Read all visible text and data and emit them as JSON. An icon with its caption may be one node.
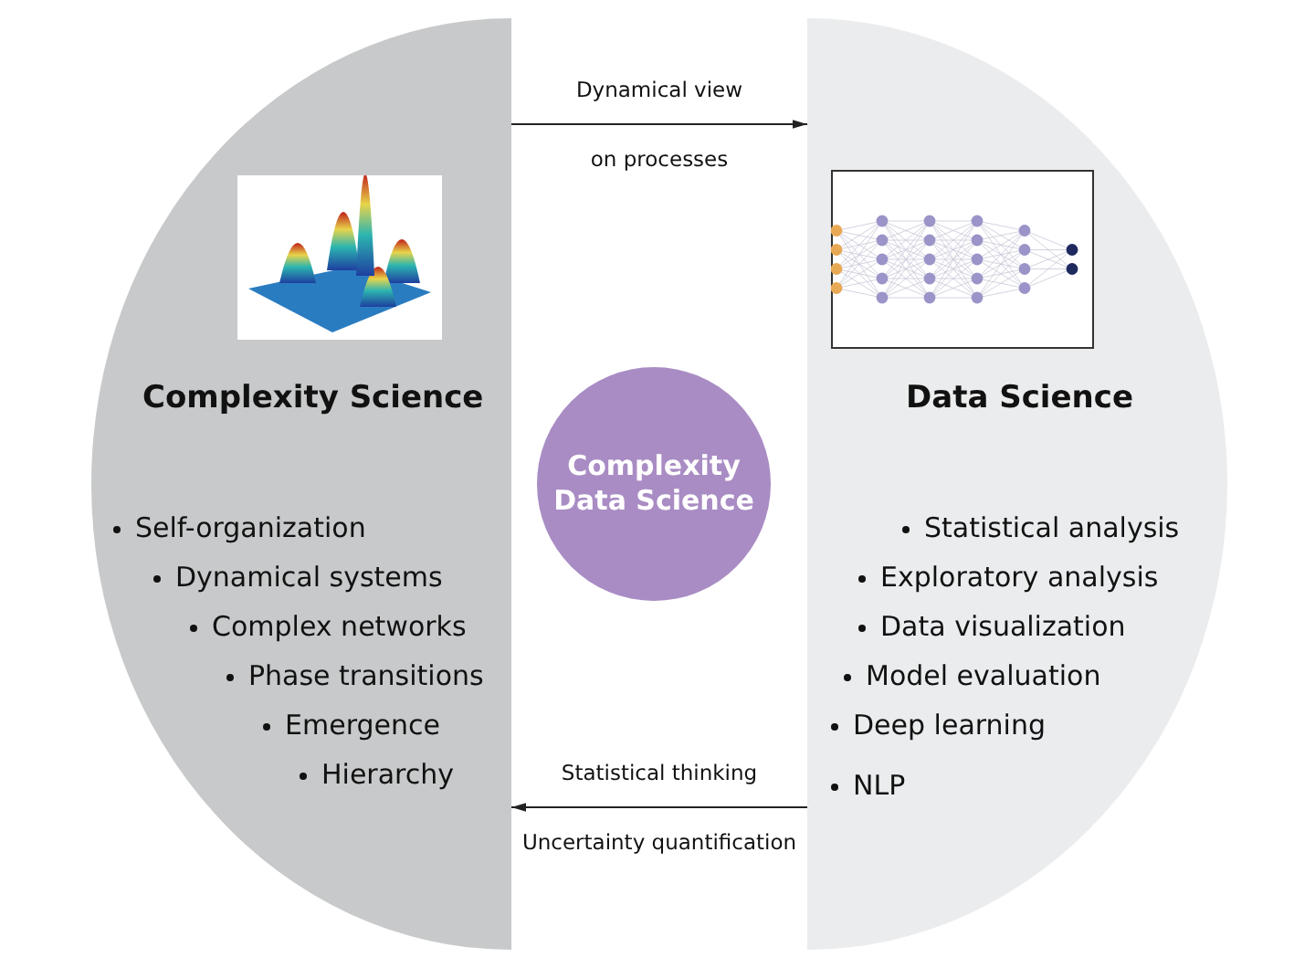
{
  "diagram": {
    "nodes": [
      {
        "text": [
          "Complexity Science",
          "Self-organization",
          "Dynamical systems",
          "Complex networks",
          "Phase transitions",
          "Emergence",
          "Hierarchy"
        ]
      },
      {
        "text": [
          "Data Science",
          "Statistical analysis",
          "Exploratory analysis",
          "Data visualization",
          "Model evaluation",
          "Deep learning",
          "NLP"
        ]
      },
      {
        "text": [
          "Complexity Data Science"
        ]
      }
    ],
    "edges": [
      {
        "from": 0,
        "to": 1,
        "arrow": "to",
        "label": "Dynamical view on processes"
      },
      {
        "from": 1,
        "to": 0,
        "arrow": "to",
        "label": "Statistical thinking Uncertainty quantification"
      }
    ]
  }
}
